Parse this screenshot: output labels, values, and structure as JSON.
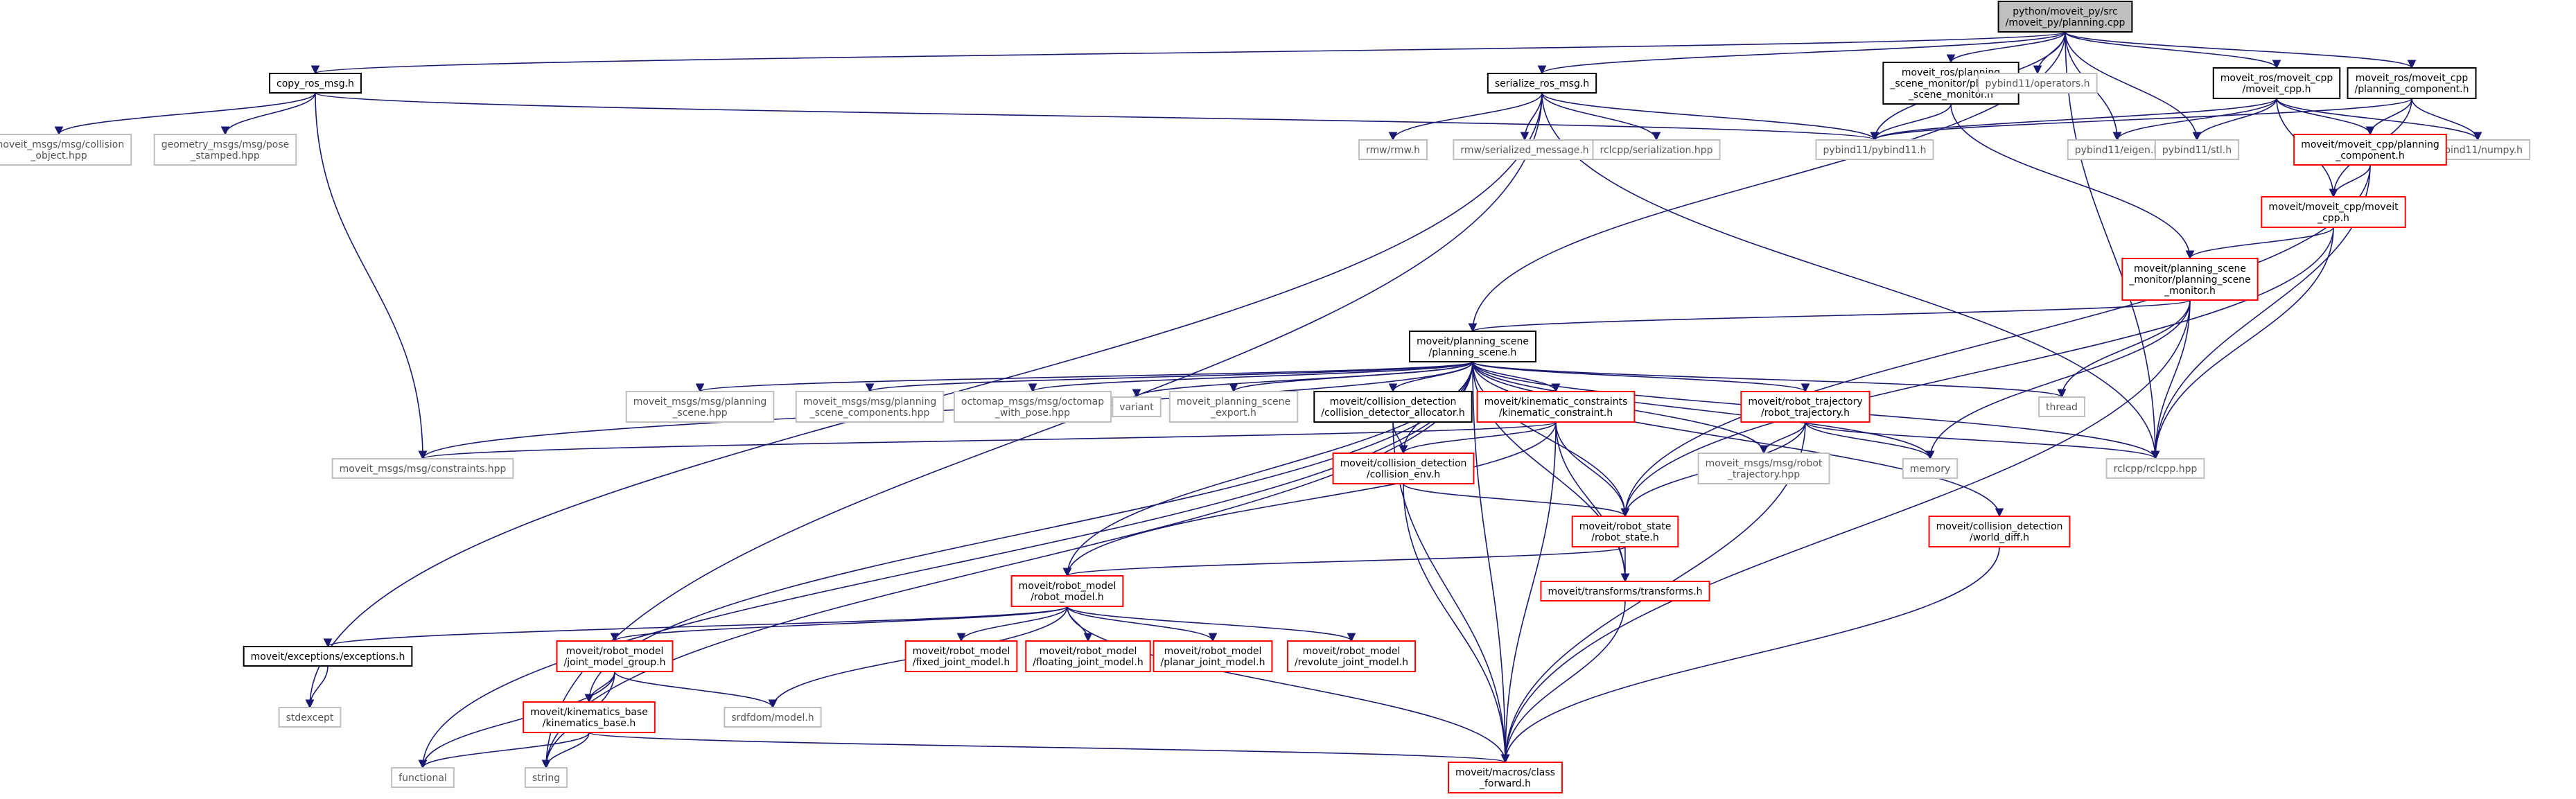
{
  "diagram": {
    "type": "include-dependency-graph",
    "nodes": [
      {
        "id": "root",
        "lines": [
          "python/moveit_py/src",
          "/moveit_py/planning.cpp"
        ],
        "style": "root"
      },
      {
        "id": "copy_ros_msg",
        "lines": [
          "copy_ros_msg.h"
        ],
        "style": "black"
      },
      {
        "id": "serialize_ros_msg",
        "lines": [
          "serialize_ros_msg.h"
        ],
        "style": "black"
      },
      {
        "id": "psm_planning",
        "lines": [
          "moveit_ros/planning",
          "_scene_monitor/planning",
          "_scene_monitor.h"
        ],
        "style": "black"
      },
      {
        "id": "pybind_operators",
        "lines": [
          "pybind11/operators.h"
        ],
        "style": "gray"
      },
      {
        "id": "moveit_cpp_ros",
        "lines": [
          "moveit_ros/moveit_cpp",
          "/moveit_cpp.h"
        ],
        "style": "black"
      },
      {
        "id": "planning_component_ros",
        "lines": [
          "moveit_ros/moveit_cpp",
          "/planning_component.h"
        ],
        "style": "black"
      },
      {
        "id": "collision_object",
        "lines": [
          "moveit_msgs/msg/collision",
          "_object.hpp"
        ],
        "style": "gray"
      },
      {
        "id": "pose_stamped",
        "lines": [
          "geometry_msgs/msg/pose",
          "_stamped.hpp"
        ],
        "style": "gray"
      },
      {
        "id": "rmw_rmw",
        "lines": [
          "rmw/rmw.h"
        ],
        "style": "gray"
      },
      {
        "id": "rmw_serialized",
        "lines": [
          "rmw/serialized_message.h"
        ],
        "style": "gray"
      },
      {
        "id": "rclcpp_serialization",
        "lines": [
          "rclcpp/serialization.hpp"
        ],
        "style": "gray"
      },
      {
        "id": "pybind11",
        "lines": [
          "pybind11/pybind11.h"
        ],
        "style": "gray"
      },
      {
        "id": "pybind_eigen",
        "lines": [
          "pybind11/eigen.h"
        ],
        "style": "gray"
      },
      {
        "id": "pybind_stl",
        "lines": [
          "pybind11/stl.h"
        ],
        "style": "gray"
      },
      {
        "id": "pybind_numpy",
        "lines": [
          "pybind11/numpy.h"
        ],
        "style": "gray"
      },
      {
        "id": "mcpp_planning_component",
        "lines": [
          "moveit/moveit_cpp/planning",
          "_component.h"
        ],
        "style": "red"
      },
      {
        "id": "mcpp_moveit_cpp",
        "lines": [
          "moveit/moveit_cpp/moveit",
          "_cpp.h"
        ],
        "style": "red"
      },
      {
        "id": "psm_monitor",
        "lines": [
          "moveit/planning_scene",
          "_monitor/planning_scene",
          "_monitor.h"
        ],
        "style": "red"
      },
      {
        "id": "planning_scene",
        "lines": [
          "moveit/planning_scene",
          "/planning_scene.h"
        ],
        "style": "black"
      },
      {
        "id": "msg_planning_scene",
        "lines": [
          "moveit_msgs/msg/planning",
          "_scene.hpp"
        ],
        "style": "gray"
      },
      {
        "id": "msg_planning_scene_components",
        "lines": [
          "moveit_msgs/msg/planning",
          "_scene_components.hpp"
        ],
        "style": "gray"
      },
      {
        "id": "octomap",
        "lines": [
          "octomap_msgs/msg/octomap",
          "_with_pose.hpp"
        ],
        "style": "gray"
      },
      {
        "id": "variant",
        "lines": [
          "variant"
        ],
        "style": "gray"
      },
      {
        "id": "ps_export",
        "lines": [
          "moveit_planning_scene",
          "_export.h"
        ],
        "style": "gray"
      },
      {
        "id": "cd_allocator",
        "lines": [
          "moveit/collision_detection",
          "/collision_detector_allocator.h"
        ],
        "style": "black"
      },
      {
        "id": "kinematic_constraint",
        "lines": [
          "moveit/kinematic_constraints",
          "/kinematic_constraint.h"
        ],
        "style": "red"
      },
      {
        "id": "robot_trajectory",
        "lines": [
          "moveit/robot_trajectory",
          "/robot_trajectory.h"
        ],
        "style": "red"
      },
      {
        "id": "thread",
        "lines": [
          "thread"
        ],
        "style": "gray"
      },
      {
        "id": "constraints",
        "lines": [
          "moveit_msgs/msg/constraints.hpp"
        ],
        "style": "gray"
      },
      {
        "id": "collision_env",
        "lines": [
          "moveit/collision_detection",
          "/collision_env.h"
        ],
        "style": "red"
      },
      {
        "id": "msg_robot_trajectory",
        "lines": [
          "moveit_msgs/msg/robot",
          "_trajectory.hpp"
        ],
        "style": "gray"
      },
      {
        "id": "memory",
        "lines": [
          "memory"
        ],
        "style": "gray"
      },
      {
        "id": "rclcpp",
        "lines": [
          "rclcpp/rclcpp.hpp"
        ],
        "style": "gray"
      },
      {
        "id": "world_diff",
        "lines": [
          "moveit/collision_detection",
          "/world_diff.h"
        ],
        "style": "red"
      },
      {
        "id": "robot_state",
        "lines": [
          "moveit/robot_state",
          "/robot_state.h"
        ],
        "style": "red"
      },
      {
        "id": "robot_model",
        "lines": [
          "moveit/robot_model",
          "/robot_model.h"
        ],
        "style": "red"
      },
      {
        "id": "transforms",
        "lines": [
          "moveit/transforms/transforms.h"
        ],
        "style": "red"
      },
      {
        "id": "exceptions",
        "lines": [
          "moveit/exceptions/exceptions.h"
        ],
        "style": "black"
      },
      {
        "id": "joint_model_group",
        "lines": [
          "moveit/robot_model",
          "/joint_model_group.h"
        ],
        "style": "red"
      },
      {
        "id": "fixed_joint",
        "lines": [
          "moveit/robot_model",
          "/fixed_joint_model.h"
        ],
        "style": "red"
      },
      {
        "id": "floating_joint",
        "lines": [
          "moveit/robot_model",
          "/floating_joint_model.h"
        ],
        "style": "red"
      },
      {
        "id": "planar_joint",
        "lines": [
          "moveit/robot_model",
          "/planar_joint_model.h"
        ],
        "style": "red"
      },
      {
        "id": "revolute_joint",
        "lines": [
          "moveit/robot_model",
          "/revolute_joint_model.h"
        ],
        "style": "red"
      },
      {
        "id": "stdexcept",
        "lines": [
          "stdexcept"
        ],
        "style": "gray"
      },
      {
        "id": "kinematics_base",
        "lines": [
          "moveit/kinematics_base",
          "/kinematics_base.h"
        ],
        "style": "red"
      },
      {
        "id": "srdfdom",
        "lines": [
          "srdfdom/model.h"
        ],
        "style": "gray"
      },
      {
        "id": "functional",
        "lines": [
          "functional"
        ],
        "style": "gray"
      },
      {
        "id": "string",
        "lines": [
          "string"
        ],
        "style": "gray"
      },
      {
        "id": "class_forward",
        "lines": [
          "moveit/macros/class",
          "_forward.h"
        ],
        "style": "red"
      }
    ],
    "edges": [
      [
        "root",
        "copy_ros_msg"
      ],
      [
        "root",
        "serialize_ros_msg"
      ],
      [
        "root",
        "psm_planning"
      ],
      [
        "root",
        "pybind_operators"
      ],
      [
        "root",
        "moveit_cpp_ros"
      ],
      [
        "root",
        "planning_component_ros"
      ],
      [
        "root",
        "pybind11"
      ],
      [
        "root",
        "pybind_eigen"
      ],
      [
        "root",
        "pybind_stl"
      ],
      [
        "root",
        "rclcpp"
      ],
      [
        "root",
        "planning_scene"
      ],
      [
        "copy_ros_msg",
        "collision_object"
      ],
      [
        "copy_ros_msg",
        "pose_stamped"
      ],
      [
        "copy_ros_msg",
        "pybind11"
      ],
      [
        "copy_ros_msg",
        "constraints"
      ],
      [
        "serialize_ros_msg",
        "rmw_rmw"
      ],
      [
        "serialize_ros_msg",
        "rmw_serialized"
      ],
      [
        "serialize_ros_msg",
        "rclcpp_serialization"
      ],
      [
        "serialize_ros_msg",
        "pybind11"
      ],
      [
        "serialize_ros_msg",
        "rclcpp"
      ],
      [
        "serialize_ros_msg",
        "stdexcept"
      ],
      [
        "serialize_ros_msg",
        "string"
      ],
      [
        "psm_planning",
        "pybind11"
      ],
      [
        "psm_planning",
        "psm_monitor"
      ],
      [
        "moveit_cpp_ros",
        "pybind11"
      ],
      [
        "moveit_cpp_ros",
        "pybind_eigen"
      ],
      [
        "moveit_cpp_ros",
        "pybind_stl"
      ],
      [
        "moveit_cpp_ros",
        "mcpp_planning_component"
      ],
      [
        "moveit_cpp_ros",
        "mcpp_moveit_cpp"
      ],
      [
        "moveit_cpp_ros",
        "pybind_numpy"
      ],
      [
        "planning_component_ros",
        "pybind11"
      ],
      [
        "planning_component_ros",
        "pybind_numpy"
      ],
      [
        "planning_component_ros",
        "mcpp_planning_component"
      ],
      [
        "planning_component_ros",
        "mcpp_moveit_cpp"
      ],
      [
        "mcpp_planning_component",
        "mcpp_moveit_cpp"
      ],
      [
        "mcpp_planning_component",
        "rclcpp"
      ],
      [
        "mcpp_planning_component",
        "robot_state"
      ],
      [
        "mcpp_moveit_cpp",
        "psm_monitor"
      ],
      [
        "mcpp_moveit_cpp",
        "rclcpp"
      ],
      [
        "mcpp_moveit_cpp",
        "robot_state"
      ],
      [
        "psm_monitor",
        "planning_scene"
      ],
      [
        "psm_monitor",
        "thread"
      ],
      [
        "psm_monitor",
        "memory"
      ],
      [
        "psm_monitor",
        "rclcpp"
      ],
      [
        "psm_monitor",
        "class_forward"
      ],
      [
        "planning_scene",
        "msg_planning_scene"
      ],
      [
        "planning_scene",
        "msg_planning_scene_components"
      ],
      [
        "planning_scene",
        "octomap"
      ],
      [
        "planning_scene",
        "variant"
      ],
      [
        "planning_scene",
        "ps_export"
      ],
      [
        "planning_scene",
        "cd_allocator"
      ],
      [
        "planning_scene",
        "kinematic_constraint"
      ],
      [
        "planning_scene",
        "robot_trajectory"
      ],
      [
        "planning_scene",
        "thread"
      ],
      [
        "planning_scene",
        "constraints"
      ],
      [
        "planning_scene",
        "collision_env"
      ],
      [
        "planning_scene",
        "msg_robot_trajectory"
      ],
      [
        "planning_scene",
        "memory"
      ],
      [
        "planning_scene",
        "rclcpp"
      ],
      [
        "planning_scene",
        "world_diff"
      ],
      [
        "planning_scene",
        "robot_state"
      ],
      [
        "planning_scene",
        "robot_model"
      ],
      [
        "planning_scene",
        "transforms"
      ],
      [
        "planning_scene",
        "kinematics_base"
      ],
      [
        "planning_scene",
        "class_forward"
      ],
      [
        "planning_scene",
        "functional"
      ],
      [
        "planning_scene",
        "string"
      ],
      [
        "cd_allocator",
        "collision_env"
      ],
      [
        "cd_allocator",
        "class_forward"
      ],
      [
        "kinematic_constraint",
        "constraints"
      ],
      [
        "kinematic_constraint",
        "collision_env"
      ],
      [
        "kinematic_constraint",
        "robot_state"
      ],
      [
        "kinematic_constraint",
        "robot_model"
      ],
      [
        "kinematic_constraint",
        "transforms"
      ],
      [
        "kinematic_constraint",
        "class_forward"
      ],
      [
        "robot_trajectory",
        "msg_robot_trajectory"
      ],
      [
        "robot_trajectory",
        "memory"
      ],
      [
        "robot_trajectory",
        "rclcpp"
      ],
      [
        "robot_trajectory",
        "robot_state"
      ],
      [
        "robot_trajectory",
        "class_forward"
      ],
      [
        "collision_env",
        "robot_state"
      ],
      [
        "collision_env",
        "class_forward"
      ],
      [
        "world_diff",
        "class_forward"
      ],
      [
        "robot_state",
        "robot_model"
      ],
      [
        "robot_state",
        "transforms"
      ],
      [
        "robot_model",
        "exceptions"
      ],
      [
        "robot_model",
        "joint_model_group"
      ],
      [
        "robot_model",
        "fixed_joint"
      ],
      [
        "robot_model",
        "floating_joint"
      ],
      [
        "robot_model",
        "planar_joint"
      ],
      [
        "robot_model",
        "revolute_joint"
      ],
      [
        "robot_model",
        "srdfdom"
      ],
      [
        "robot_model",
        "class_forward"
      ],
      [
        "transforms",
        "class_forward"
      ],
      [
        "exceptions",
        "stdexcept"
      ],
      [
        "joint_model_group",
        "kinematics_base"
      ],
      [
        "joint_model_group",
        "srdfdom"
      ],
      [
        "joint_model_group",
        "functional"
      ],
      [
        "joint_model_group",
        "string"
      ],
      [
        "kinematics_base",
        "functional"
      ],
      [
        "kinematics_base",
        "string"
      ],
      [
        "kinematics_base",
        "class_forward"
      ]
    ]
  }
}
